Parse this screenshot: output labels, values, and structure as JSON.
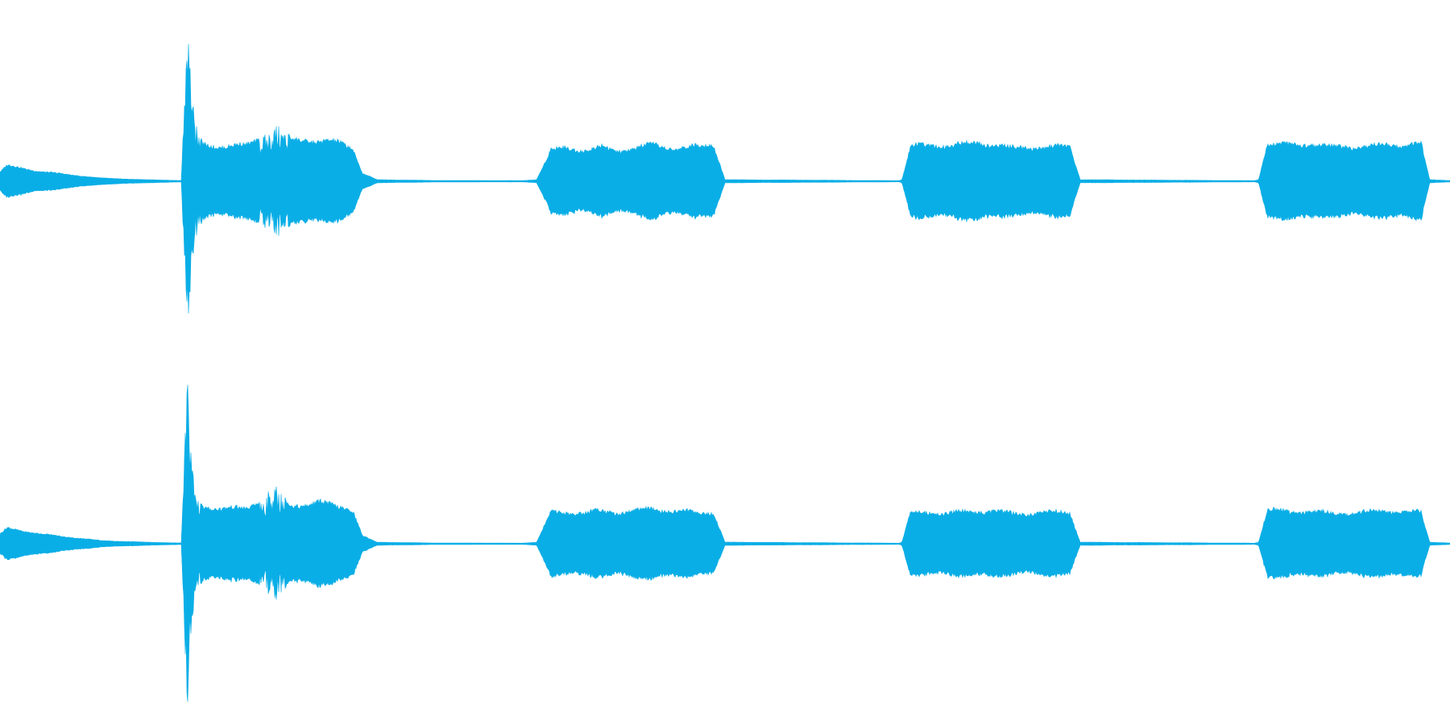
{
  "colors": {
    "background": "#ffffff",
    "waveform": "#0aaee6"
  },
  "chart_data": {
    "type": "area",
    "channels": 2,
    "duration": 1.0,
    "amplitude_range": [
      -1,
      1
    ],
    "grid": false,
    "legend": "none",
    "channel_data": [
      {
        "envelope": [
          [
            0.0,
            0.06
          ],
          [
            0.005,
            0.1
          ],
          [
            0.03,
            0.06
          ],
          [
            0.05,
            0.04
          ],
          [
            0.07,
            0.02
          ],
          [
            0.1,
            0.01
          ],
          [
            0.125,
            0.005
          ],
          [
            0.127,
            0.45
          ],
          [
            0.129,
            1.0
          ],
          [
            0.131,
            0.75
          ],
          [
            0.134,
            0.35
          ],
          [
            0.14,
            0.24
          ],
          [
            0.155,
            0.22
          ],
          [
            0.17,
            0.23
          ],
          [
            0.183,
            0.3
          ],
          [
            0.19,
            0.34
          ],
          [
            0.2,
            0.27
          ],
          [
            0.21,
            0.27
          ],
          [
            0.22,
            0.25
          ],
          [
            0.235,
            0.25
          ],
          [
            0.243,
            0.22
          ],
          [
            0.25,
            0.05
          ],
          [
            0.26,
            0.01
          ],
          [
            0.3,
            0.005
          ],
          [
            0.36,
            0.004
          ],
          [
            0.37,
            0.01
          ],
          [
            0.38,
            0.2
          ],
          [
            0.39,
            0.21
          ],
          [
            0.405,
            0.2
          ],
          [
            0.415,
            0.22
          ],
          [
            0.425,
            0.19
          ],
          [
            0.435,
            0.21
          ],
          [
            0.45,
            0.23
          ],
          [
            0.465,
            0.21
          ],
          [
            0.48,
            0.22
          ],
          [
            0.492,
            0.24
          ],
          [
            0.5,
            0.01
          ],
          [
            0.62,
            0.004
          ],
          [
            0.622,
            0.01
          ],
          [
            0.628,
            0.23
          ],
          [
            0.64,
            0.22
          ],
          [
            0.66,
            0.24
          ],
          [
            0.685,
            0.24
          ],
          [
            0.7,
            0.21
          ],
          [
            0.72,
            0.22
          ],
          [
            0.738,
            0.22
          ],
          [
            0.745,
            0.01
          ],
          [
            0.865,
            0.004
          ],
          [
            0.868,
            0.01
          ],
          [
            0.874,
            0.24
          ],
          [
            0.89,
            0.23
          ],
          [
            0.905,
            0.24
          ],
          [
            0.918,
            0.22
          ],
          [
            0.935,
            0.22
          ],
          [
            0.955,
            0.23
          ],
          [
            0.98,
            0.24
          ],
          [
            0.986,
            0.01
          ],
          [
            1.0,
            0.005
          ]
        ]
      },
      {
        "envelope": [
          [
            0.0,
            0.06
          ],
          [
            0.005,
            0.1
          ],
          [
            0.03,
            0.06
          ],
          [
            0.05,
            0.04
          ],
          [
            0.07,
            0.02
          ],
          [
            0.1,
            0.01
          ],
          [
            0.125,
            0.005
          ],
          [
            0.127,
            0.45
          ],
          [
            0.129,
            1.0
          ],
          [
            0.131,
            0.75
          ],
          [
            0.134,
            0.35
          ],
          [
            0.14,
            0.24
          ],
          [
            0.155,
            0.22
          ],
          [
            0.17,
            0.23
          ],
          [
            0.183,
            0.3
          ],
          [
            0.19,
            0.34
          ],
          [
            0.2,
            0.25
          ],
          [
            0.21,
            0.25
          ],
          [
            0.22,
            0.26
          ],
          [
            0.235,
            0.24
          ],
          [
            0.243,
            0.22
          ],
          [
            0.25,
            0.05
          ],
          [
            0.26,
            0.01
          ],
          [
            0.3,
            0.005
          ],
          [
            0.36,
            0.004
          ],
          [
            0.37,
            0.01
          ],
          [
            0.38,
            0.2
          ],
          [
            0.39,
            0.2
          ],
          [
            0.405,
            0.2
          ],
          [
            0.415,
            0.21
          ],
          [
            0.425,
            0.2
          ],
          [
            0.435,
            0.21
          ],
          [
            0.45,
            0.22
          ],
          [
            0.465,
            0.21
          ],
          [
            0.48,
            0.2
          ],
          [
            0.492,
            0.2
          ],
          [
            0.5,
            0.01
          ],
          [
            0.62,
            0.004
          ],
          [
            0.622,
            0.01
          ],
          [
            0.628,
            0.2
          ],
          [
            0.64,
            0.2
          ],
          [
            0.66,
            0.2
          ],
          [
            0.685,
            0.21
          ],
          [
            0.7,
            0.19
          ],
          [
            0.72,
            0.2
          ],
          [
            0.738,
            0.2
          ],
          [
            0.745,
            0.01
          ],
          [
            0.865,
            0.004
          ],
          [
            0.868,
            0.01
          ],
          [
            0.874,
            0.22
          ],
          [
            0.89,
            0.2
          ],
          [
            0.905,
            0.21
          ],
          [
            0.918,
            0.19
          ],
          [
            0.935,
            0.2
          ],
          [
            0.955,
            0.21
          ],
          [
            0.98,
            0.2
          ],
          [
            0.986,
            0.01
          ],
          [
            1.0,
            0.005
          ]
        ]
      }
    ]
  }
}
